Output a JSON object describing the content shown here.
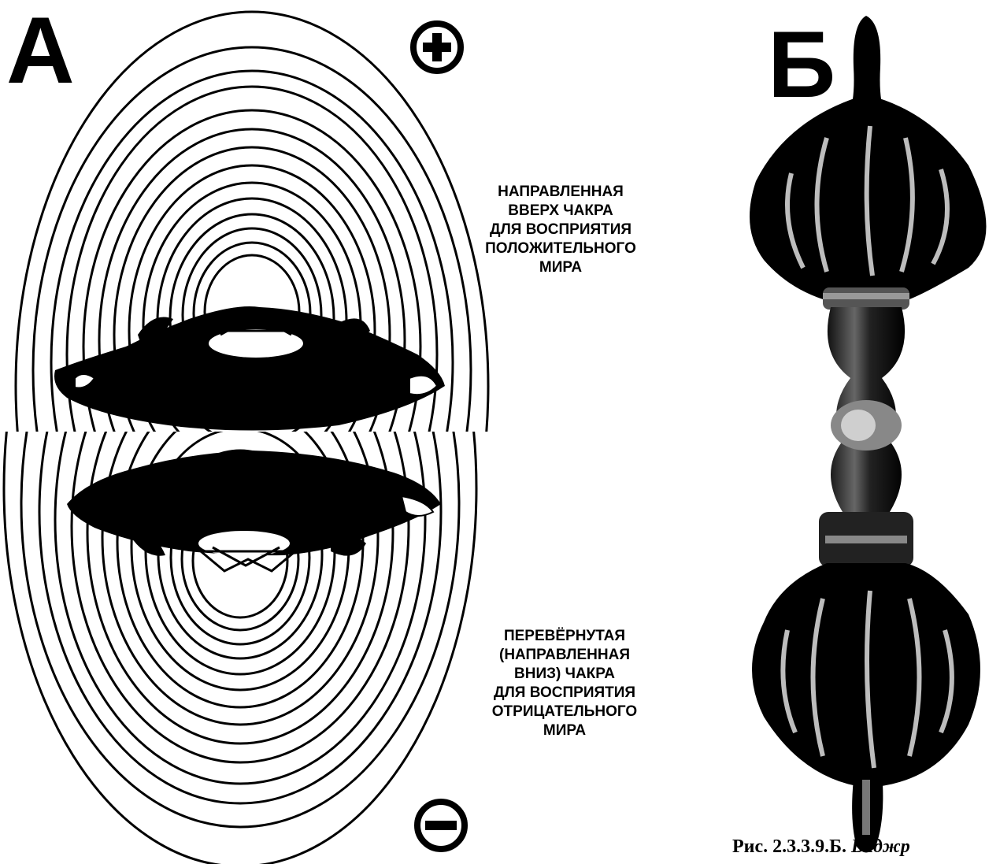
{
  "panel_a": {
    "letter": "А",
    "plus_sign": "+",
    "minus_sign": "−",
    "upper_caption": [
      "НАПРАВЛЕННАЯ",
      "ВВЕРХ ЧАКРА",
      "ДЛЯ ВОСПРИЯТИЯ",
      "ПОЛОЖИТЕЛЬНОГО",
      "МИРА"
    ],
    "lower_caption": [
      "ПЕРЕВЁРНУТАЯ",
      "(НАПРАВЛЕННАЯ",
      "ВНИЗ) ЧАКРА",
      "ДЛЯ ВОСПРИЯТИЯ",
      "ОТРИЦАТЕЛЬНОГО",
      "МИРА"
    ]
  },
  "panel_b": {
    "letter": "Б",
    "figure_caption_number": "Рис. 2.3.3.9.Б.",
    "figure_caption_text": "Ваджр"
  },
  "colors": {
    "ink": "#000000",
    "paper": "#ffffff",
    "grey": "#9a9a9a"
  }
}
